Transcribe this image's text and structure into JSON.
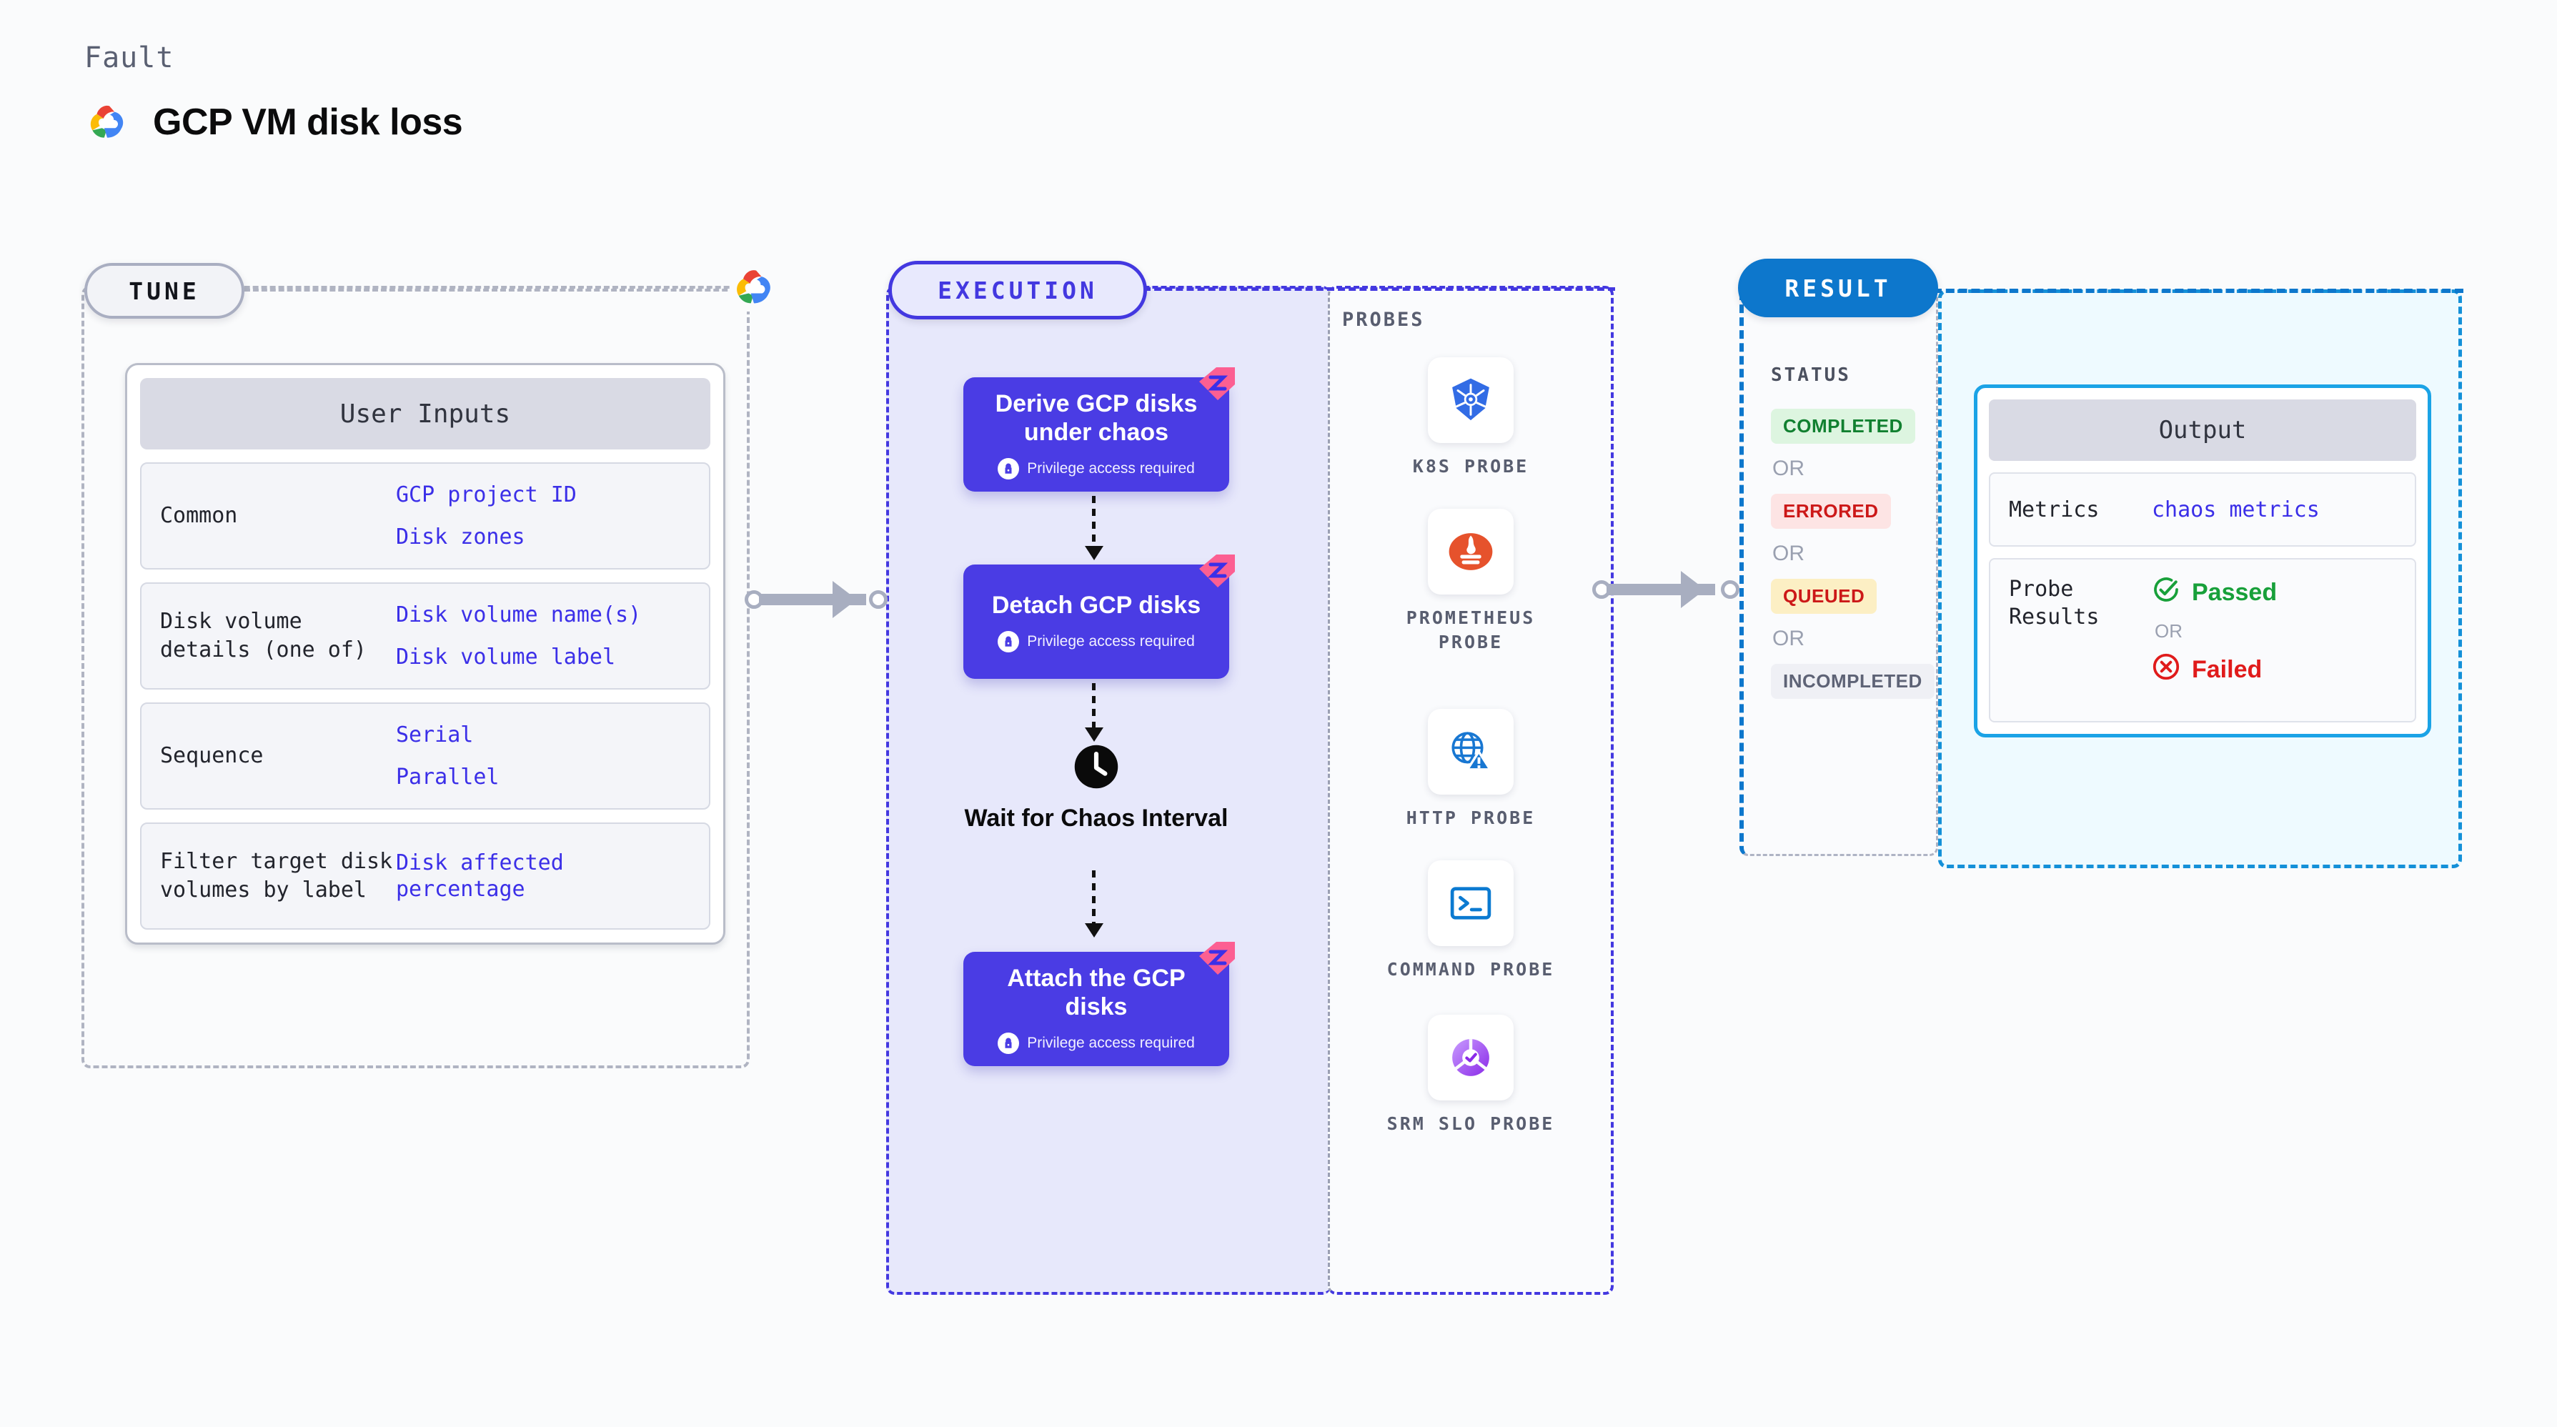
{
  "header": {
    "eyebrow": "Fault",
    "title": "GCP VM disk loss",
    "logo_icon": "gcp-logo-icon"
  },
  "sections": {
    "tune": {
      "label": "TUNE"
    },
    "execution": {
      "label": "EXECUTION"
    },
    "probes": {
      "label": "PROBES"
    },
    "result": {
      "label": "RESULT"
    }
  },
  "user_inputs": {
    "heading": "User Inputs",
    "rows": [
      {
        "key": "Common",
        "values": [
          "GCP project ID",
          "Disk zones"
        ]
      },
      {
        "key": "Disk volume details (one of)",
        "values": [
          "Disk volume name(s)",
          "Disk volume label"
        ]
      },
      {
        "key": "Sequence",
        "values": [
          "Serial",
          "Parallel"
        ]
      },
      {
        "key": "Filter target disk volumes by label",
        "values": [
          "Disk affected percentage"
        ]
      }
    ]
  },
  "execution_steps": [
    {
      "title": "Derive GCP disks under chaos",
      "note": "Privilege access required",
      "badge_icon": "chaos-ribbon-icon",
      "lock_icon": "lock-icon"
    },
    {
      "title": "Detach GCP disks",
      "note": "Privilege access required",
      "badge_icon": "chaos-ribbon-icon",
      "lock_icon": "lock-icon"
    },
    {
      "title": "Attach the GCP disks",
      "note": "Privilege access required",
      "badge_icon": "chaos-ribbon-icon",
      "lock_icon": "lock-icon"
    }
  ],
  "wait_step": {
    "label": "Wait for Chaos Interval",
    "icon": "clock-icon"
  },
  "probes": [
    {
      "label": "K8S PROBE",
      "icon": "kubernetes-icon"
    },
    {
      "label": "PROMETHEUS PROBE",
      "icon": "prometheus-icon"
    },
    {
      "label": "HTTP PROBE",
      "icon": "globe-warning-icon"
    },
    {
      "label": "COMMAND PROBE",
      "icon": "terminal-icon"
    },
    {
      "label": "SRM SLO PROBE",
      "icon": "srm-slo-icon"
    }
  ],
  "status": {
    "heading": "STATUS",
    "or_label": "OR",
    "items": [
      {
        "label": "COMPLETED",
        "style": "completed"
      },
      {
        "label": "ERRORED",
        "style": "errored"
      },
      {
        "label": "QUEUED",
        "style": "queued"
      },
      {
        "label": "INCOMPLETED",
        "style": "incompleted"
      }
    ]
  },
  "output": {
    "heading": "Output",
    "metrics_key": "Metrics",
    "metrics_value": "chaos metrics",
    "probe_results_key": "Probe Results",
    "passed_label": "Passed",
    "failed_label": "Failed",
    "or_label": "OR",
    "passed_icon": "check-circle-icon",
    "failed_icon": "x-circle-icon"
  },
  "colors": {
    "accent_indigo": "#4338e0",
    "accent_blue": "#0d77cc",
    "step_purple": "#4a3ce4",
    "value_blue": "#3b2fe8",
    "success_green": "#18a03a",
    "error_red": "#e01b1b",
    "queued_yellow": "#fcefc4"
  }
}
